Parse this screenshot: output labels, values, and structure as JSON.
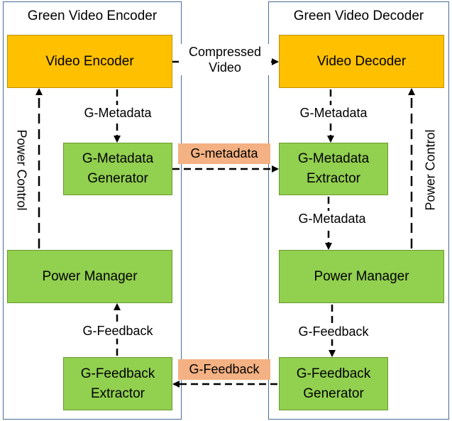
{
  "encoder": {
    "title": "Green Video Encoder",
    "video_encoder": "Video Encoder",
    "metadata_generator": "G-Metadata\nGenerator",
    "power_manager": "Power Manager",
    "feedback_extractor": "G-Feedback\nExtractor",
    "label_metadata": "G-Metadata",
    "label_feedback": "G-Feedback",
    "label_power_control": "Power Control"
  },
  "decoder": {
    "title": "Green Video Decoder",
    "video_decoder": "Video Decoder",
    "metadata_extractor": "G-Metadata\nExtractor",
    "power_manager": "Power Manager",
    "feedback_generator": "G-Feedback\nGenerator",
    "label_metadata_top": "G-Metadata",
    "label_metadata_mid": "G-Metadata",
    "label_feedback": "G-Feedback",
    "label_power_control": "Power Control"
  },
  "links": {
    "compressed_video": "Compressed\nVideo",
    "g_metadata": "G-metadata",
    "g_feedback": "G-Feedback"
  },
  "colors": {
    "orange_block": "#ffc000",
    "green_block": "#92d050",
    "tag_fill": "#f4b183",
    "panel_border": "#4a6b9a"
  }
}
